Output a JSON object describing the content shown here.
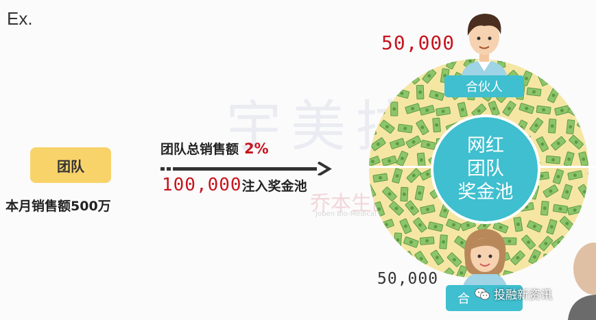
{
  "example_label": "Ex.",
  "team": {
    "label": "团队",
    "monthly_sales": "本月销售额500万"
  },
  "flow": {
    "rate_text": "团队总销售额",
    "rate_value": "2%",
    "amount": "100,000",
    "amount_suffix": "注入奖金池"
  },
  "pool": {
    "line1": "网红",
    "line2": "团队",
    "line3": "奖金池"
  },
  "partners": {
    "top_amount": "50,000",
    "top_label": "合伙人",
    "bottom_amount": "50,000",
    "bottom_label": "合"
  },
  "watermark": {
    "main": "宇美拉",
    "sub": "乔本生医",
    "sub_en": "Joben Bio-Medical"
  },
  "wechat": {
    "account": "投融新资讯"
  },
  "colors": {
    "accent_red": "#c8141e",
    "teal": "#3fbfcf",
    "team_yellow": "#f8d36a",
    "pool_bg": "#f6e6a4",
    "money_green": "#7fbf5a"
  }
}
